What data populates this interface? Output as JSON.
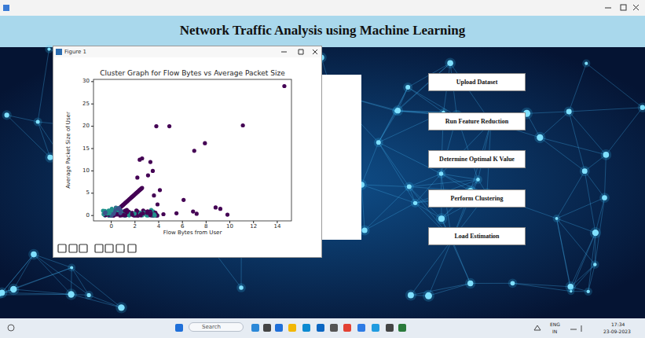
{
  "diagram": {
    "title": "Network Traffic Analysis using Machine Learning",
    "nodes": [
      {
        "text": [
          "Figure 1"
        ]
      },
      {
        "text": [
          "Upload Dataset"
        ]
      },
      {
        "text": [
          "Run Feature Reduction"
        ]
      },
      {
        "text": [
          "Determine Optimal K Value"
        ]
      },
      {
        "text": [
          "Perform Clustering"
        ]
      },
      {
        "text": [
          "Load Estimation"
        ]
      },
      {
        "text": [
          "Search"
        ]
      }
    ],
    "labels": [
      "Cluster Graph for Flow Bytes vs Average Packet Size",
      "Average Packet Size of User",
      "Flow Bytes from User",
      "0",
      "5",
      "10",
      "15",
      "20",
      "25",
      "30",
      "0",
      "2",
      "4",
      "6",
      "8",
      "10",
      "12",
      "14",
      "ENG",
      "IN",
      "17:34",
      "23-09-2023"
    ]
  }
}
